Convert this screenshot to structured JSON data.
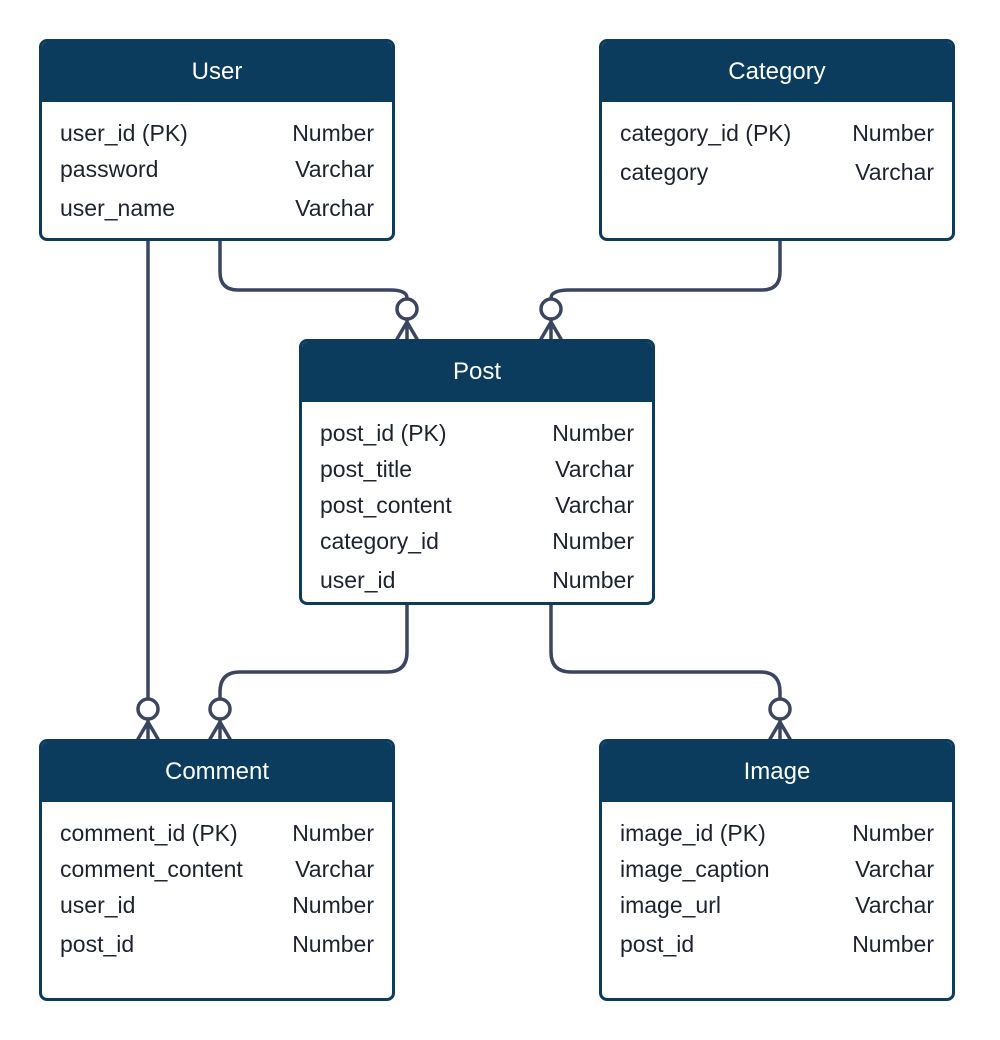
{
  "entities": {
    "user": {
      "title": "User",
      "fields": [
        {
          "name": "user_id (PK)",
          "type": "Number"
        },
        {
          "name": "password",
          "type": "Varchar"
        },
        {
          "name": "user_name",
          "type": "Varchar"
        }
      ]
    },
    "category": {
      "title": "Category",
      "fields": [
        {
          "name": "category_id (PK)",
          "type": "Number"
        },
        {
          "name": "category",
          "type": "Varchar"
        }
      ]
    },
    "post": {
      "title": "Post",
      "fields": [
        {
          "name": "post_id (PK)",
          "type": "Number"
        },
        {
          "name": "post_title",
          "type": "Varchar"
        },
        {
          "name": "post_content",
          "type": "Varchar"
        },
        {
          "name": "category_id",
          "type": "Number"
        },
        {
          "name": "user_id",
          "type": "Number"
        }
      ]
    },
    "comment": {
      "title": "Comment",
      "fields": [
        {
          "name": "comment_id (PK)",
          "type": "Number"
        },
        {
          "name": "comment_content",
          "type": "Varchar"
        },
        {
          "name": "user_id",
          "type": "Number"
        },
        {
          "name": "post_id",
          "type": "Number"
        }
      ]
    },
    "image": {
      "title": "Image",
      "fields": [
        {
          "name": "image_id (PK)",
          "type": "Number"
        },
        {
          "name": "image_caption",
          "type": "Varchar"
        },
        {
          "name": "image_url",
          "type": "Varchar"
        },
        {
          "name": "post_id",
          "type": "Number"
        }
      ]
    }
  },
  "relationships": [
    {
      "from": "User",
      "to": "Post",
      "cardinality": "one-to-zero-or-many"
    },
    {
      "from": "Category",
      "to": "Post",
      "cardinality": "one-to-zero-or-many"
    },
    {
      "from": "User",
      "to": "Comment",
      "cardinality": "one-to-zero-or-many"
    },
    {
      "from": "Post",
      "to": "Comment",
      "cardinality": "one-to-zero-or-many"
    },
    {
      "from": "Post",
      "to": "Image",
      "cardinality": "one-to-zero-or-many"
    }
  ],
  "colors": {
    "header": "#0b3c5d",
    "connector": "#3a4560",
    "text": "#1c2230"
  }
}
